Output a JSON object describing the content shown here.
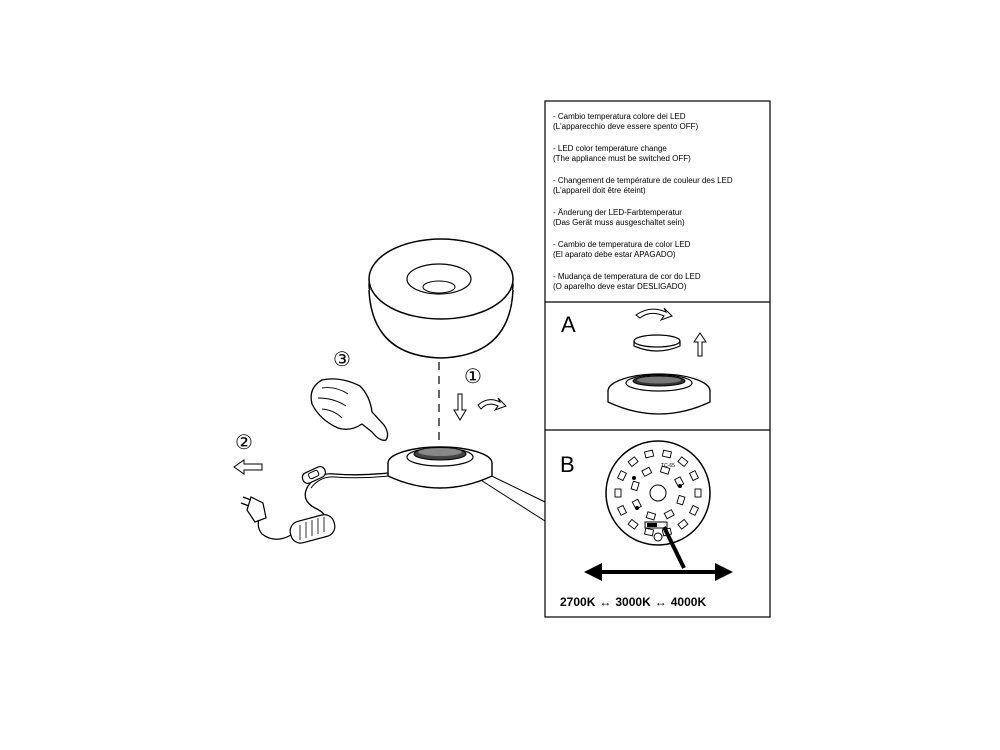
{
  "instructions": [
    {
      "title": "- Cambio temperatura colore dei LED",
      "note": "(L'apparecchio deve essere spento OFF)"
    },
    {
      "title": "- LED color temperature change",
      "note": "(The appliance must be switched OFF)"
    },
    {
      "title": "- Changement de température de couleur des LED",
      "note": "(L'appareil doit être éteint)"
    },
    {
      "title": "- Änderung der LED-Farbtemperatur",
      "note": "(Das Gerät muss ausgeschaltet sein)"
    },
    {
      "title": "- Cambio de temperatura de color LED",
      "note": "(El aparato debe estar APAGADO)"
    },
    {
      "title": "- Mudança de temperatura de cor do LED",
      "note": "(O aparelho deve estar DESLIGADO)"
    }
  ],
  "panel_a": {
    "label": "A"
  },
  "panel_b": {
    "label": "B",
    "chip_text": "TC-65"
  },
  "steps": {
    "step1": "①",
    "step2": "②",
    "step3": "③"
  },
  "temperatures": {
    "t1": "2700K",
    "t2": "3000K",
    "t3": "4000K",
    "separator": "↔"
  },
  "colors": {
    "line": "#000000",
    "background": "#ffffff"
  }
}
